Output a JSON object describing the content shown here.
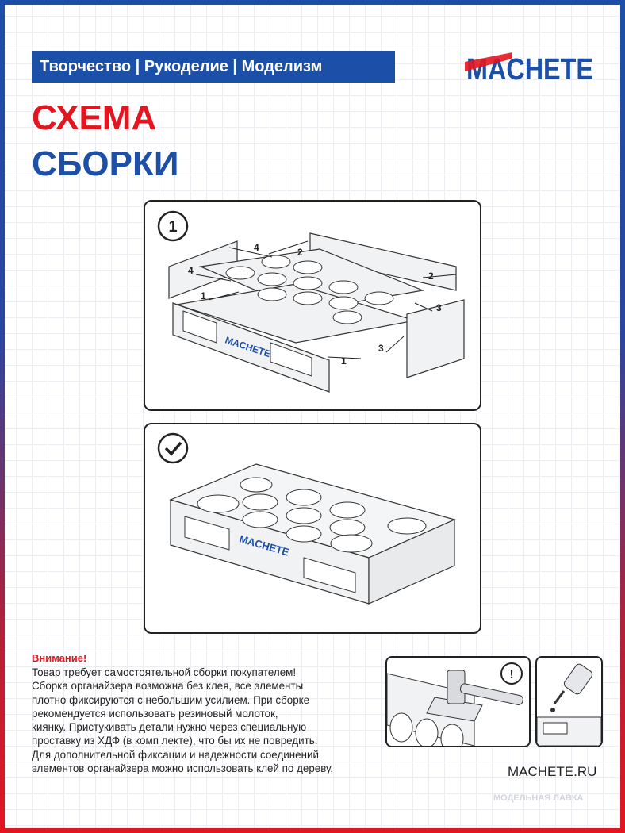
{
  "header": {
    "category": "Творчество | Рукоделие | Моделизм",
    "brand": "MACHETE"
  },
  "title": {
    "line1": "СХЕМА",
    "line2": "СБОРКИ"
  },
  "step1": {
    "number": "1",
    "labels": [
      "4",
      "4",
      "2",
      "2",
      "1",
      "1",
      "3",
      "3"
    ]
  },
  "step2": {
    "icon": "checkmark-icon",
    "brand": "MACHETE"
  },
  "notice": {
    "heading": "Внимание!",
    "lines": [
      "Товар требует самостоятельной сборки покупателем!",
      "Сборка органайзера возможна без клея, все элементы",
      "плотно фиксируются с небольшим усилием.  При сборке",
      "рекомендуется использовать резиновый молоток,",
      "киянку.  Пристукивать детали нужно через специальную",
      "проставку из ХДФ (в комп лекте),  что бы их не повредить.",
      "Для дополнительной фиксации и надежности  соединений",
      "элементов органайзера можно использовать клей по дереву."
    ]
  },
  "hint_icons": {
    "hammer": "exclamation-icon",
    "glue": "glue-bottle-icon"
  },
  "site": "MACHETE.RU",
  "watermark": "МОДЕЛЬНАЯ ЛАВКА",
  "colors": {
    "blue": "#1b4fa8",
    "red": "#e3161f"
  }
}
